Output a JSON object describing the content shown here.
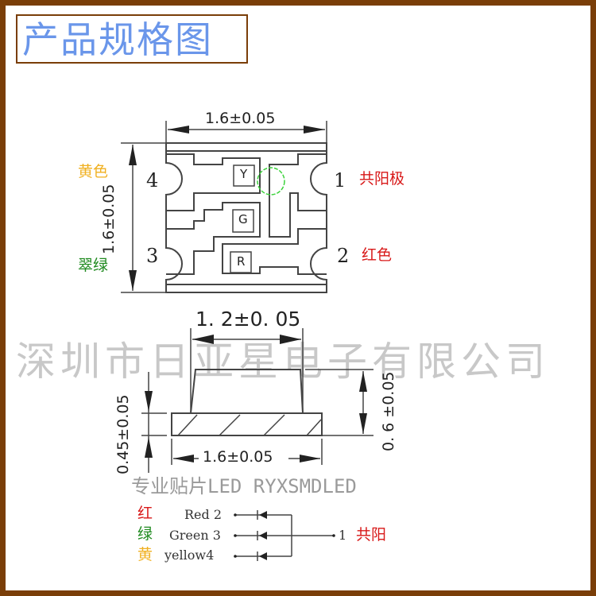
{
  "title": "产品规格图",
  "watermark": "深圳市日亚星电子有限公司",
  "sub_watermark": "专业贴片LED RYXSMDLED",
  "colors": {
    "frame": "#7a3e08",
    "title": "#6a96ea",
    "yellow_label": "#f0b020",
    "green_label": "#1f8a1f",
    "red_label": "#d81818",
    "marker_circle": "#3bd23b"
  },
  "top_view": {
    "width_dim": "1.6±0.05",
    "height_dim": "1.6±0.05",
    "pads": [
      {
        "pin": "4",
        "label": "黄色"
      },
      {
        "pin": "3",
        "label": "翠绿"
      },
      {
        "pin": "1",
        "label": "共阳极"
      },
      {
        "pin": "2",
        "label": "红色"
      }
    ],
    "chips": [
      "Y",
      "G",
      "R"
    ]
  },
  "side_view": {
    "lens_width_dim": "1. 2±0. 05",
    "base_width_dim": "1.6±0.05",
    "base_height_dim": "0.45±0.05",
    "total_height_dim": "0. 6 ±0.05"
  },
  "circuit": {
    "rows": [
      {
        "cn": "红",
        "en": "Red 2"
      },
      {
        "cn": "绿",
        "en": "Green 3"
      },
      {
        "cn": "黄",
        "en": "yellow4"
      }
    ],
    "common_pin": "1",
    "common_label": "共阳"
  }
}
